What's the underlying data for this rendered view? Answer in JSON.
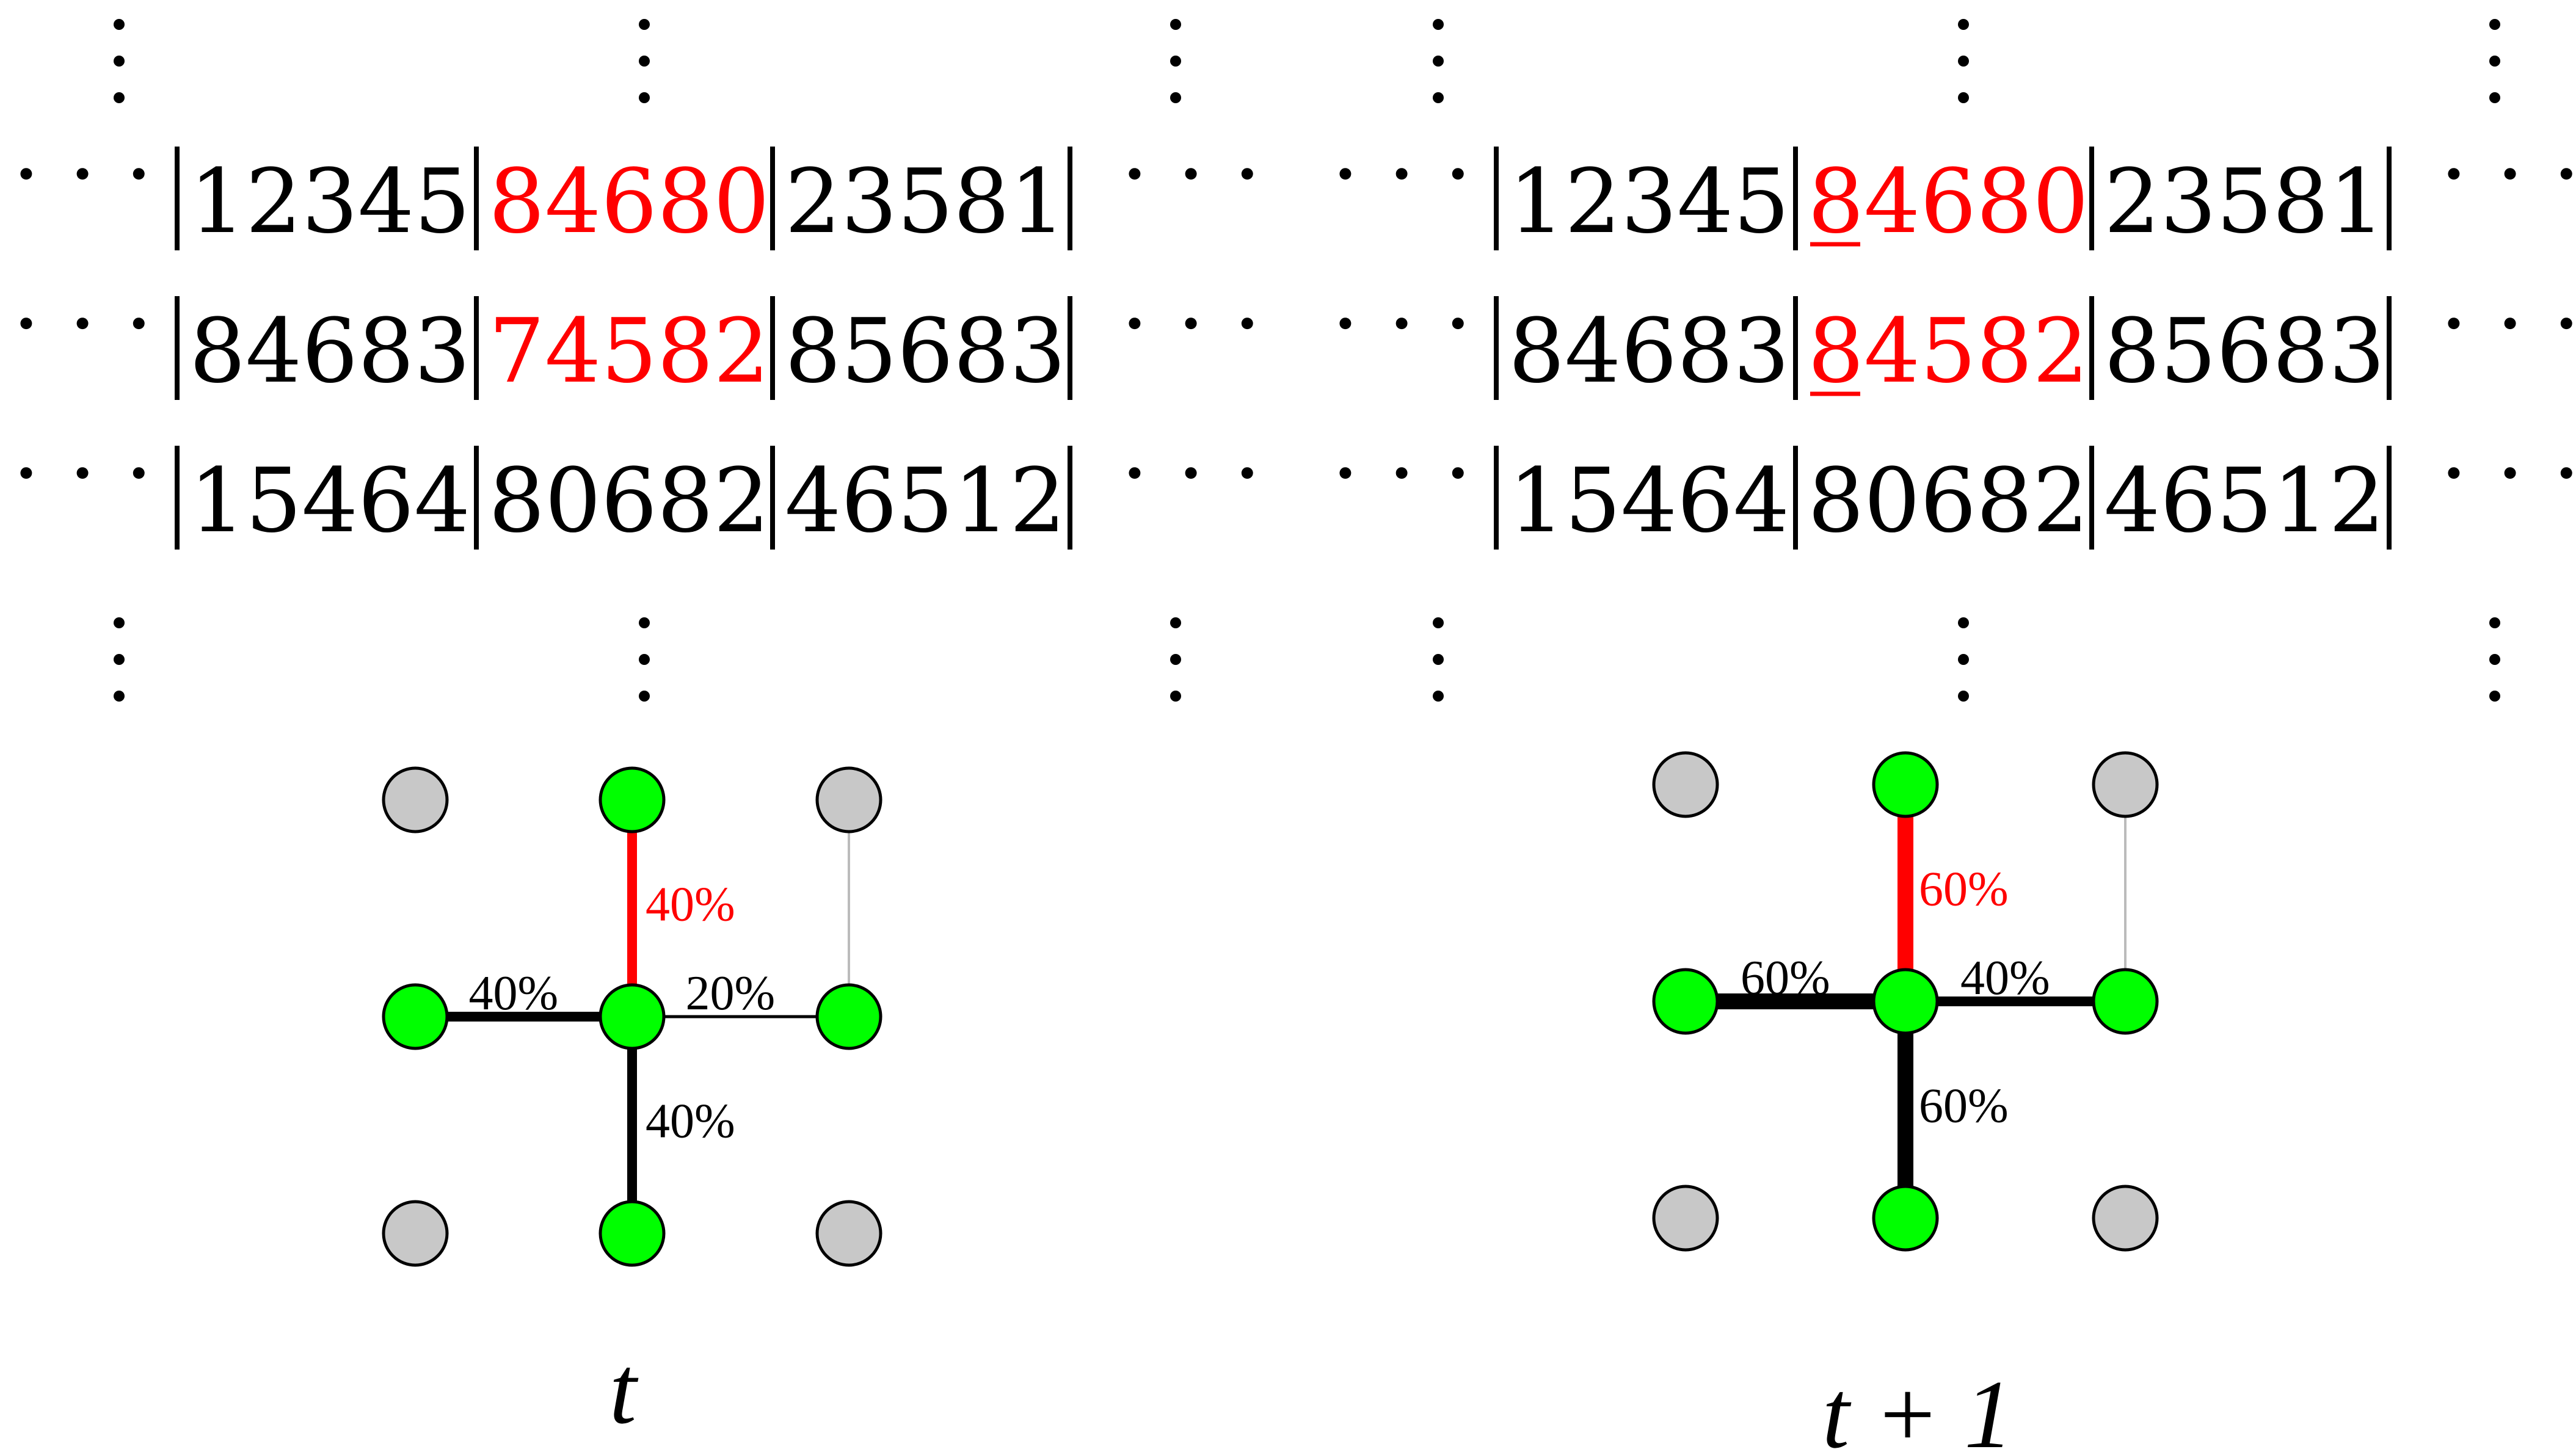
{
  "colors": {
    "text": "#000000",
    "highlight": "#ff0000",
    "active_node": "#00ff00",
    "inactive_node": "#c8c8c8",
    "weak_edge": "#bbbbbb"
  },
  "ellipsis": "· · ·",
  "panels": [
    {
      "id": "t",
      "time_label": "t",
      "rows": [
        {
          "cells": [
            {
              "digits": [
                "1",
                "2",
                "3",
                "4",
                "5"
              ],
              "red": false,
              "underline_first": false
            },
            {
              "digits": [
                "8",
                "4",
                "6",
                "8",
                "0"
              ],
              "red": true,
              "underline_first": false
            },
            {
              "digits": [
                "2",
                "3",
                "5",
                "8",
                "1"
              ],
              "red": false,
              "underline_first": false
            }
          ]
        },
        {
          "cells": [
            {
              "digits": [
                "8",
                "4",
                "6",
                "8",
                "3"
              ],
              "red": false,
              "underline_first": false
            },
            {
              "digits": [
                "7",
                "4",
                "5",
                "8",
                "2"
              ],
              "red": true,
              "underline_first": false
            },
            {
              "digits": [
                "8",
                "5",
                "6",
                "8",
                "3"
              ],
              "red": false,
              "underline_first": false
            }
          ]
        },
        {
          "cells": [
            {
              "digits": [
                "1",
                "5",
                "4",
                "6",
                "4"
              ],
              "red": false,
              "underline_first": false
            },
            {
              "digits": [
                "8",
                "0",
                "6",
                "8",
                "2"
              ],
              "red": false,
              "underline_first": false
            },
            {
              "digits": [
                "4",
                "6",
                "5",
                "1",
                "2"
              ],
              "red": false,
              "underline_first": false
            }
          ]
        }
      ],
      "graph": {
        "nodes": [
          {
            "id": "tl",
            "active": false
          },
          {
            "id": "tc",
            "active": true
          },
          {
            "id": "tr",
            "active": false
          },
          {
            "id": "ml",
            "active": true
          },
          {
            "id": "mc",
            "active": true
          },
          {
            "id": "mr",
            "active": true
          },
          {
            "id": "bl",
            "active": false
          },
          {
            "id": "bc",
            "active": true
          },
          {
            "id": "br",
            "active": false
          }
        ],
        "edges": [
          {
            "from": "mc",
            "to": "tc",
            "label": "40%",
            "weight": "heavy",
            "color": "red"
          },
          {
            "from": "mc",
            "to": "ml",
            "label": "40%",
            "weight": "heavy",
            "color": "black"
          },
          {
            "from": "mc",
            "to": "mr",
            "label": "20%",
            "weight": "thin",
            "color": "black"
          },
          {
            "from": "mc",
            "to": "bc",
            "label": "40%",
            "weight": "heavy",
            "color": "black"
          },
          {
            "from": "tr",
            "to": "mr",
            "label": "",
            "weight": "faint",
            "color": "gray"
          }
        ]
      }
    },
    {
      "id": "t_plus_1",
      "time_label": "t + 1",
      "rows": [
        {
          "cells": [
            {
              "digits": [
                "1",
                "2",
                "3",
                "4",
                "5"
              ],
              "red": false,
              "underline_first": false
            },
            {
              "digits": [
                "8",
                "4",
                "6",
                "8",
                "0"
              ],
              "red": true,
              "underline_first": true
            },
            {
              "digits": [
                "2",
                "3",
                "5",
                "8",
                "1"
              ],
              "red": false,
              "underline_first": false
            }
          ]
        },
        {
          "cells": [
            {
              "digits": [
                "8",
                "4",
                "6",
                "8",
                "3"
              ],
              "red": false,
              "underline_first": false
            },
            {
              "digits": [
                "8",
                "4",
                "5",
                "8",
                "2"
              ],
              "red": true,
              "underline_first": true
            },
            {
              "digits": [
                "8",
                "5",
                "6",
                "8",
                "3"
              ],
              "red": false,
              "underline_first": false
            }
          ]
        },
        {
          "cells": [
            {
              "digits": [
                "1",
                "5",
                "4",
                "6",
                "4"
              ],
              "red": false,
              "underline_first": false
            },
            {
              "digits": [
                "8",
                "0",
                "6",
                "8",
                "2"
              ],
              "red": false,
              "underline_first": false
            },
            {
              "digits": [
                "4",
                "6",
                "5",
                "1",
                "2"
              ],
              "red": false,
              "underline_first": false
            }
          ]
        }
      ],
      "graph": {
        "nodes": [
          {
            "id": "tl",
            "active": false
          },
          {
            "id": "tc",
            "active": true
          },
          {
            "id": "tr",
            "active": false
          },
          {
            "id": "ml",
            "active": true
          },
          {
            "id": "mc",
            "active": true
          },
          {
            "id": "mr",
            "active": true
          },
          {
            "id": "bl",
            "active": false
          },
          {
            "id": "bc",
            "active": true
          },
          {
            "id": "br",
            "active": false
          }
        ],
        "edges": [
          {
            "from": "mc",
            "to": "tc",
            "label": "60%",
            "weight": "xheavy",
            "color": "red"
          },
          {
            "from": "mc",
            "to": "ml",
            "label": "60%",
            "weight": "xheavy",
            "color": "black"
          },
          {
            "from": "mc",
            "to": "mr",
            "label": "40%",
            "weight": "heavy",
            "color": "black"
          },
          {
            "from": "mc",
            "to": "bc",
            "label": "60%",
            "weight": "xheavy",
            "color": "black"
          },
          {
            "from": "tr",
            "to": "mr",
            "label": "",
            "weight": "faint",
            "color": "gray"
          }
        ]
      }
    }
  ]
}
